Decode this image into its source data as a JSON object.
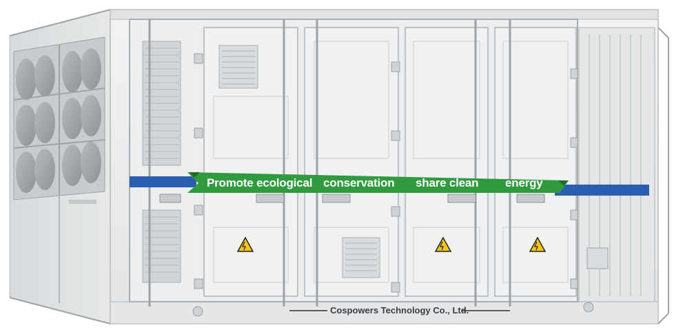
{
  "slogan": {
    "part1": "Promote ecological",
    "part2": "conservation",
    "part3": "share clean",
    "part4": "energy"
  },
  "company": "Cospowers Technology Co., Ltd.",
  "colors": {
    "green_band": "#2f9a3e",
    "blue_band": "#2a5db0",
    "container": "#e9ebec",
    "warning_yellow": "#f2c318"
  },
  "icons": [
    "fan-grille-icon",
    "vent-louver-icon",
    "warning-triangle-icon",
    "door-handle-icon",
    "hinge-icon"
  ]
}
